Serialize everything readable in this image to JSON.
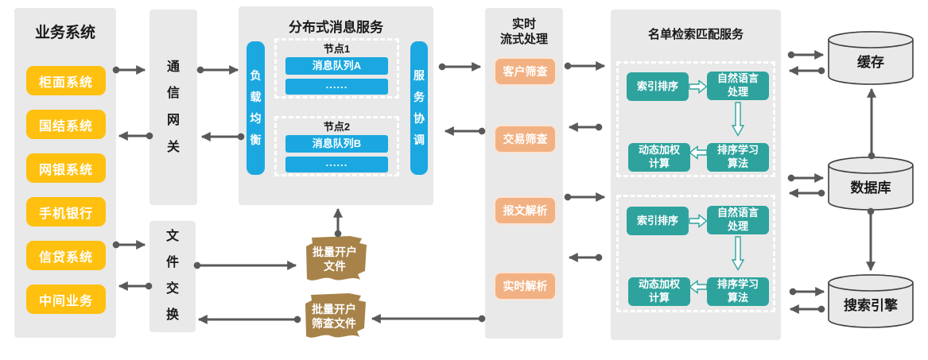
{
  "colors": {
    "panel": "#e9e9e9",
    "yellow": "#ffc010",
    "blue": "#1ba8e0",
    "orange": "#f2b183",
    "teal": "#2ea39e",
    "brown": "#a7834a",
    "arrow": "#595959",
    "cyl_stroke": "#404040"
  },
  "business": {
    "title": "业务系统",
    "items": [
      "柜面系统",
      "国结系统",
      "网银系统",
      "手机银行",
      "信贷系统",
      "中间业务"
    ]
  },
  "gateway": {
    "label": "通信网关"
  },
  "file_exchange": {
    "label": "文件交换"
  },
  "message_service": {
    "title": "分布式消息服务",
    "load_balancer": "负载均衡",
    "coordinator": "服务协调",
    "nodes": [
      {
        "title": "节点1",
        "queue": "消息队列A",
        "more": "......"
      },
      {
        "title": "节点2",
        "queue": "消息队列B",
        "more": "......"
      }
    ]
  },
  "documents": [
    {
      "lines": [
        "批量开户",
        "文件"
      ]
    },
    {
      "lines": [
        "批量开户",
        "筛查文件"
      ]
    }
  ],
  "stream": {
    "title_lines": [
      "实时",
      "流式处理"
    ],
    "items": [
      "客户筛查",
      "交易筛查",
      "报文解析",
      "实时解析"
    ]
  },
  "matching": {
    "title": "名单检索匹配服务",
    "groups": [
      {
        "index_sort": "索引排序",
        "nlp_lines": [
          "自然语言",
          "处理"
        ],
        "weight_lines": [
          "动态加权",
          "计算"
        ],
        "rank_lines": [
          "排序学习",
          "算法"
        ]
      },
      {
        "index_sort": "索引排序",
        "nlp_lines": [
          "自然语言",
          "处理"
        ],
        "weight_lines": [
          "动态加权",
          "计算"
        ],
        "rank_lines": [
          "排序学习",
          "算法"
        ]
      }
    ]
  },
  "storage": {
    "cache": "缓存",
    "database": "数据库",
    "search": "搜索引擎"
  }
}
